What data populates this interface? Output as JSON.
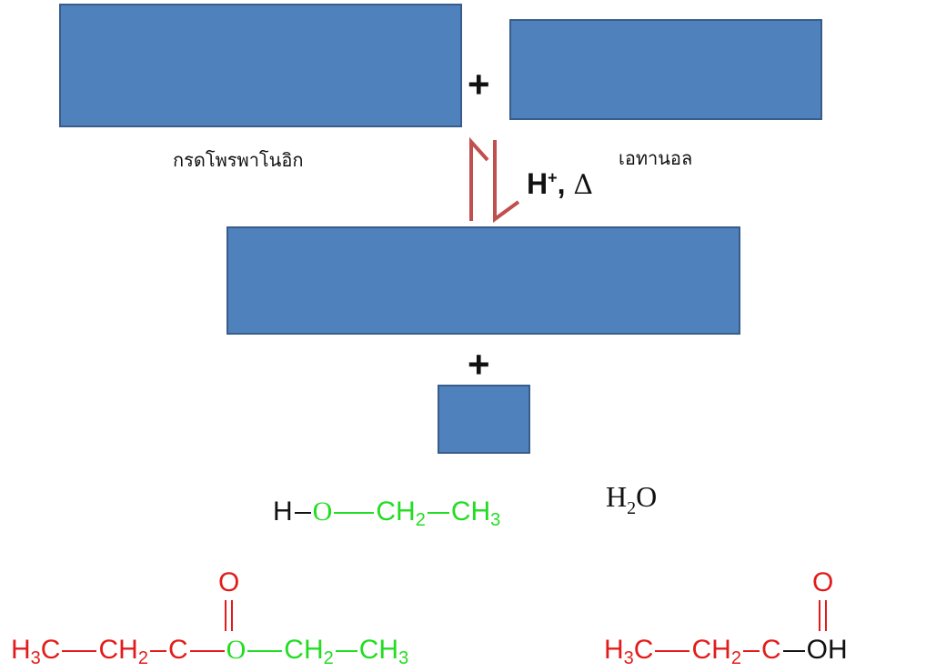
{
  "labels": {
    "propanoic_acid": "กรดโพรพาโนอิก",
    "ethanol": "เอทานอล"
  },
  "signs": {
    "plus_top": "+",
    "plus_bottom": "+"
  },
  "conditions": {
    "catalyst": "H",
    "catalyst_charge": "+",
    "separator": ",",
    "heat": "Δ"
  },
  "ethanol_formula": {
    "h": "H",
    "o": "O",
    "ch2": "CH",
    "ch2_sub": "2",
    "ch3": "CH",
    "ch3_sub": "3"
  },
  "water_formula": {
    "h": "H",
    "h_sub": "2",
    "o": "O"
  },
  "ester_formula": {
    "h3c": "H",
    "h3c_sub": "3",
    "h3c_c": "C",
    "ch2": "CH",
    "ch2_sub": "2",
    "c": "C",
    "carbonyl_o": "O",
    "o": "O",
    "ch2b": "CH",
    "ch2b_sub": "2",
    "ch3": "CH",
    "ch3_sub": "3"
  },
  "acid_formula": {
    "h3c": "H",
    "h3c_sub": "3",
    "h3c_c": "C",
    "ch2": "CH",
    "ch2_sub": "2",
    "c": "C",
    "carbonyl_o": "O",
    "oh": "OH"
  },
  "colors": {
    "box_fill": "#4f81bd",
    "box_border": "#385d8a",
    "arrow": "#c0504d",
    "green": "#22dd22",
    "red": "#e31b1b"
  }
}
